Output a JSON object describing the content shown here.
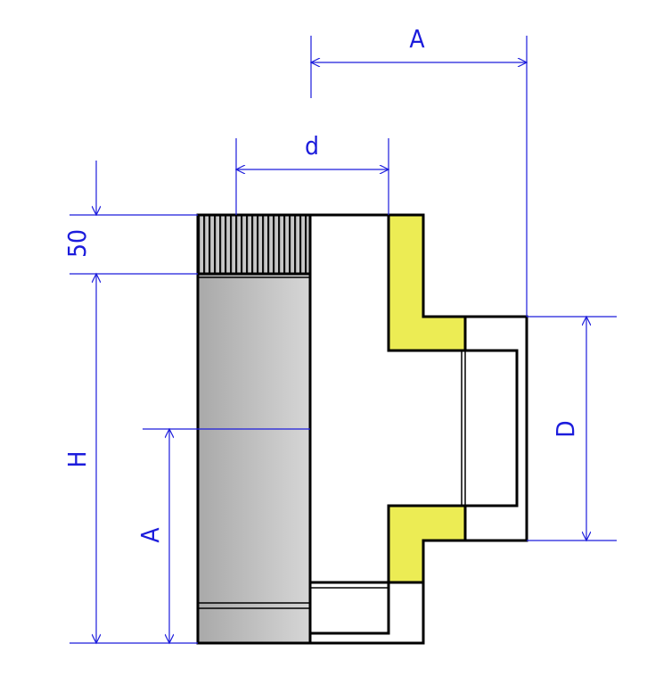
{
  "labels": {
    "top_A": "A",
    "d": "d",
    "fifty": "50",
    "H": "H",
    "left_A": "A",
    "D": "D"
  },
  "colors": {
    "dimension": "#1c1cdc",
    "insulation": "#ecec54",
    "pipe": "#bdbdbd"
  }
}
